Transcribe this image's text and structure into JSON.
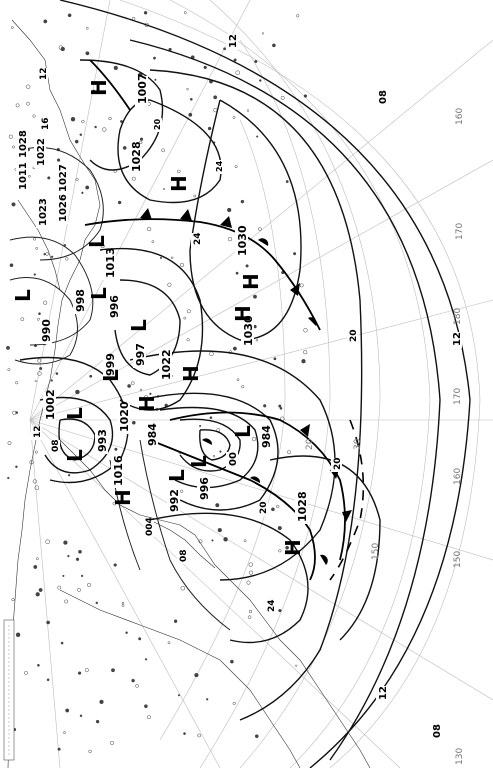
{
  "map": {
    "pressure_labels": [
      {
        "text": "12"
      },
      {
        "text": "08"
      },
      {
        "text": "1007"
      },
      {
        "text": "20"
      },
      {
        "text": "1028"
      },
      {
        "text": "24"
      },
      {
        "text": "1028"
      },
      {
        "text": "1022"
      },
      {
        "text": "1011"
      },
      {
        "text": "1023"
      },
      {
        "text": "1027"
      },
      {
        "text": "1026"
      },
      {
        "text": "1013"
      },
      {
        "text": "998"
      },
      {
        "text": "996"
      },
      {
        "text": "997"
      },
      {
        "text": "990"
      },
      {
        "text": "999"
      },
      {
        "text": "1022"
      },
      {
        "text": "1030"
      },
      {
        "text": "1030"
      },
      {
        "text": "1002"
      },
      {
        "text": "993"
      },
      {
        "text": "1020"
      },
      {
        "text": "984"
      },
      {
        "text": "984"
      },
      {
        "text": "00"
      },
      {
        "text": "1016"
      },
      {
        "text": "996"
      },
      {
        "text": "992"
      },
      {
        "text": "1028"
      },
      {
        "text": "20"
      },
      {
        "text": "20"
      },
      {
        "text": "20"
      },
      {
        "text": "12"
      },
      {
        "text": "12"
      },
      {
        "text": "08"
      },
      {
        "text": "24"
      },
      {
        "text": "12"
      },
      {
        "text": "16"
      },
      {
        "text": "24"
      },
      {
        "text": "08"
      },
      {
        "text": "12"
      },
      {
        "text": "08"
      },
      {
        "text": "004"
      }
    ],
    "centers": [
      {
        "kind": "H"
      },
      {
        "kind": "H"
      },
      {
        "kind": "H"
      },
      {
        "kind": "H"
      },
      {
        "kind": "H"
      },
      {
        "kind": "H"
      },
      {
        "kind": "H"
      },
      {
        "kind": "H"
      },
      {
        "kind": "L"
      },
      {
        "kind": "L"
      },
      {
        "kind": "L"
      },
      {
        "kind": "L"
      },
      {
        "kind": "L"
      },
      {
        "kind": "L"
      },
      {
        "kind": "L"
      },
      {
        "kind": "L"
      },
      {
        "kind": "L"
      },
      {
        "kind": "L"
      }
    ],
    "grid_labels": [
      {
        "text": "160"
      },
      {
        "text": "170"
      },
      {
        "text": "180"
      },
      {
        "text": "170"
      },
      {
        "text": "160"
      },
      {
        "text": "150"
      },
      {
        "text": "150"
      },
      {
        "text": "30"
      },
      {
        "text": "20"
      },
      {
        "text": "130"
      }
    ]
  }
}
